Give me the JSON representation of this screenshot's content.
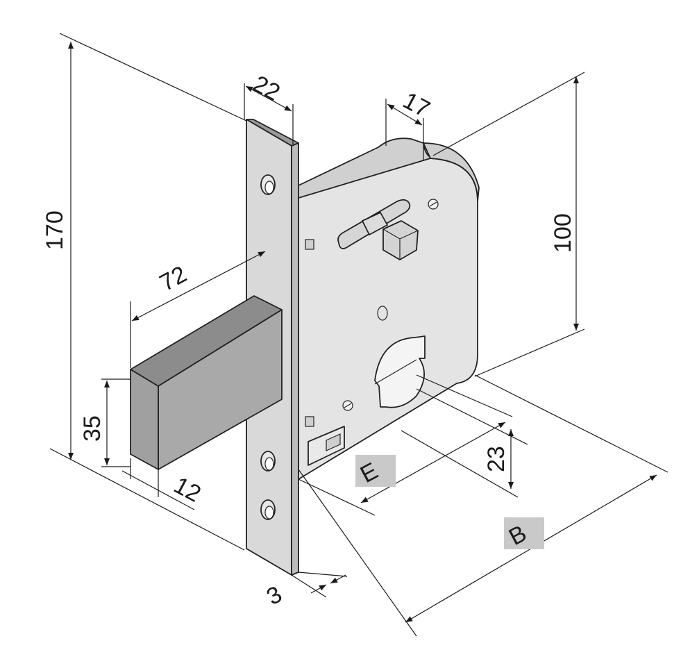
{
  "dimensions": {
    "total_height": "170",
    "bolt_length": "72",
    "faceplate_width": "22",
    "case_thickness": "17",
    "case_height": "100",
    "bolt_height": "35",
    "bolt_width": "12",
    "faceplate_thickness": "3",
    "spindle_to_cylinder": "23"
  },
  "variable_labels": {
    "backset_e": "E",
    "backset_b": "B"
  },
  "colors": {
    "faceplate": "#d9d9d9",
    "case_face": "#e4e4e4",
    "bolt_front": "#a9a9a9",
    "bolt_top": "#8c8c8c",
    "label_box": "#c9c9c9"
  }
}
